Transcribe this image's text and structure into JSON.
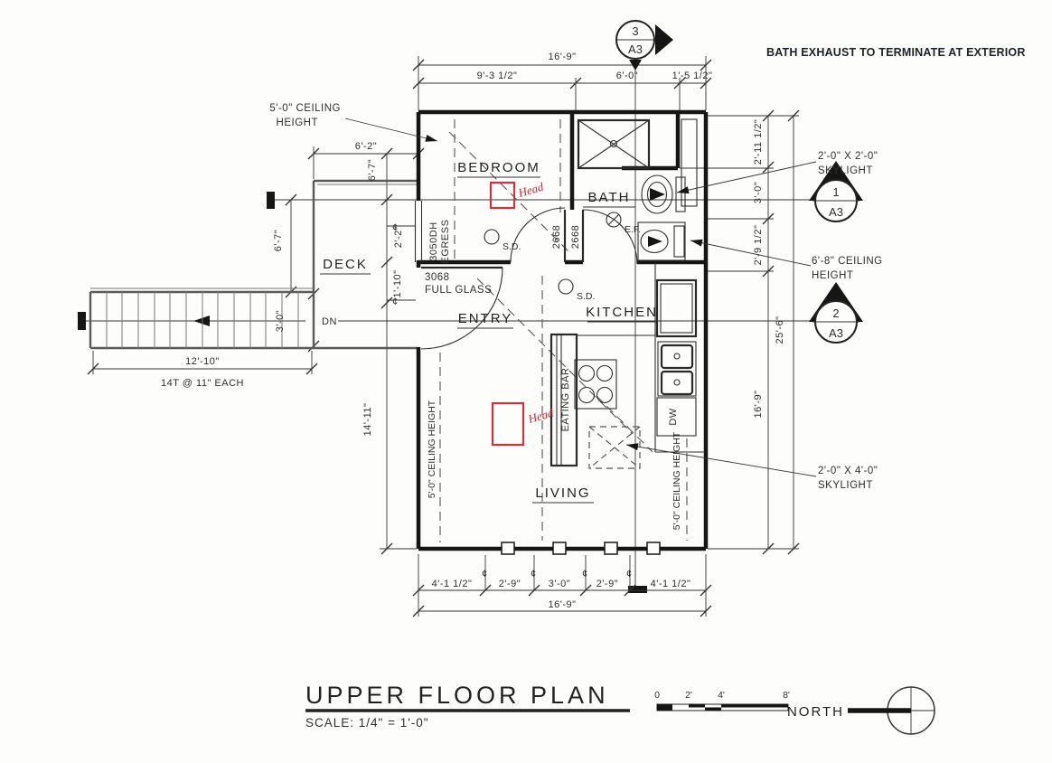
{
  "drawing": {
    "header_note": "BATH EXHAUST TO TERMINATE AT EXTERIOR",
    "title": "UPPER FLOOR PLAN",
    "scale_label": "SCALE: 1/4\" = 1'-0\"",
    "north_label": "NORTH"
  },
  "scale_bar": {
    "labels": [
      "0",
      "2'",
      "4'",
      "8'"
    ]
  },
  "section_markers": {
    "top": {
      "number": "3",
      "sheet": "A3"
    },
    "right_upper": {
      "number": "1",
      "sheet": "A3"
    },
    "right_lower": {
      "number": "2",
      "sheet": "A3"
    }
  },
  "rooms": {
    "bedroom": "BEDROOM",
    "bath": "BATH",
    "deck": "DECK",
    "entry": "ENTRY",
    "kitchen": "KITCHEN",
    "living": "LIVING"
  },
  "labels": {
    "eating_bar": "EATING BAR",
    "dishwasher": "DW",
    "down": "DN",
    "smoke_detector_1": "S.D.",
    "smoke_detector_2": "S.D.",
    "exhaust_fan": "E.F.",
    "centerline": "¢",
    "head_markup": "Head"
  },
  "notes": {
    "ceiling_5_line1": "5'-0\" CEILING",
    "ceiling_5_line2": "HEIGHT",
    "skylight_2x2_line1": "2'-0\" X 2'-0\"",
    "skylight_2x2_line2": "SKYLIGHT",
    "ceiling_68_line1": "6'-8\" CEILING",
    "ceiling_68_line2": "HEIGHT",
    "skylight_2x4_line1": "2'-0\" X 4'-0\"",
    "skylight_2x4_line2": "SKYLIGHT",
    "ceiling_5_left": "5'-0\" CEILING HEIGHT",
    "ceiling_5_right": "5'-0\" CEILING HEIGHT",
    "entry_door_line1": "3068",
    "entry_door_line2": "FULL GLASS",
    "egress_window_line1": "3050DH",
    "egress_window_line2": "EGRESS",
    "bedroom_door": "2668",
    "bath_door": "2668",
    "stair_note": "14T @ 11\" EACH"
  },
  "dimensions": {
    "top_overall": "16'-9\"",
    "top_a": "9'-3 1/2\"",
    "top_b": "6'-0\"",
    "top_c": "1'-5 1/2\"",
    "right_a": "2'-11 1/2\"",
    "right_b": "3'-0\"",
    "right_c": "2'-9 1/2\"",
    "right_overall": "25'-6\"",
    "right_inner": "16'-9\"",
    "deck_width": "6'-2\"",
    "deck_upper": "6'-7\"",
    "deck_left": "6'-7\"",
    "left_a": "2'-2\"",
    "left_b": "1'-10\"",
    "left_lower": "14'-11\"",
    "stair_width": "3'-0\"",
    "stair_run": "12'-10\"",
    "bottom_a": "4'-1 1/2\"",
    "bottom_b": "2'-9\"",
    "bottom_c": "3'-0\"",
    "bottom_d": "2'-9\"",
    "bottom_e": "4'-1 1/2\"",
    "bottom_overall": "16'-9\""
  }
}
